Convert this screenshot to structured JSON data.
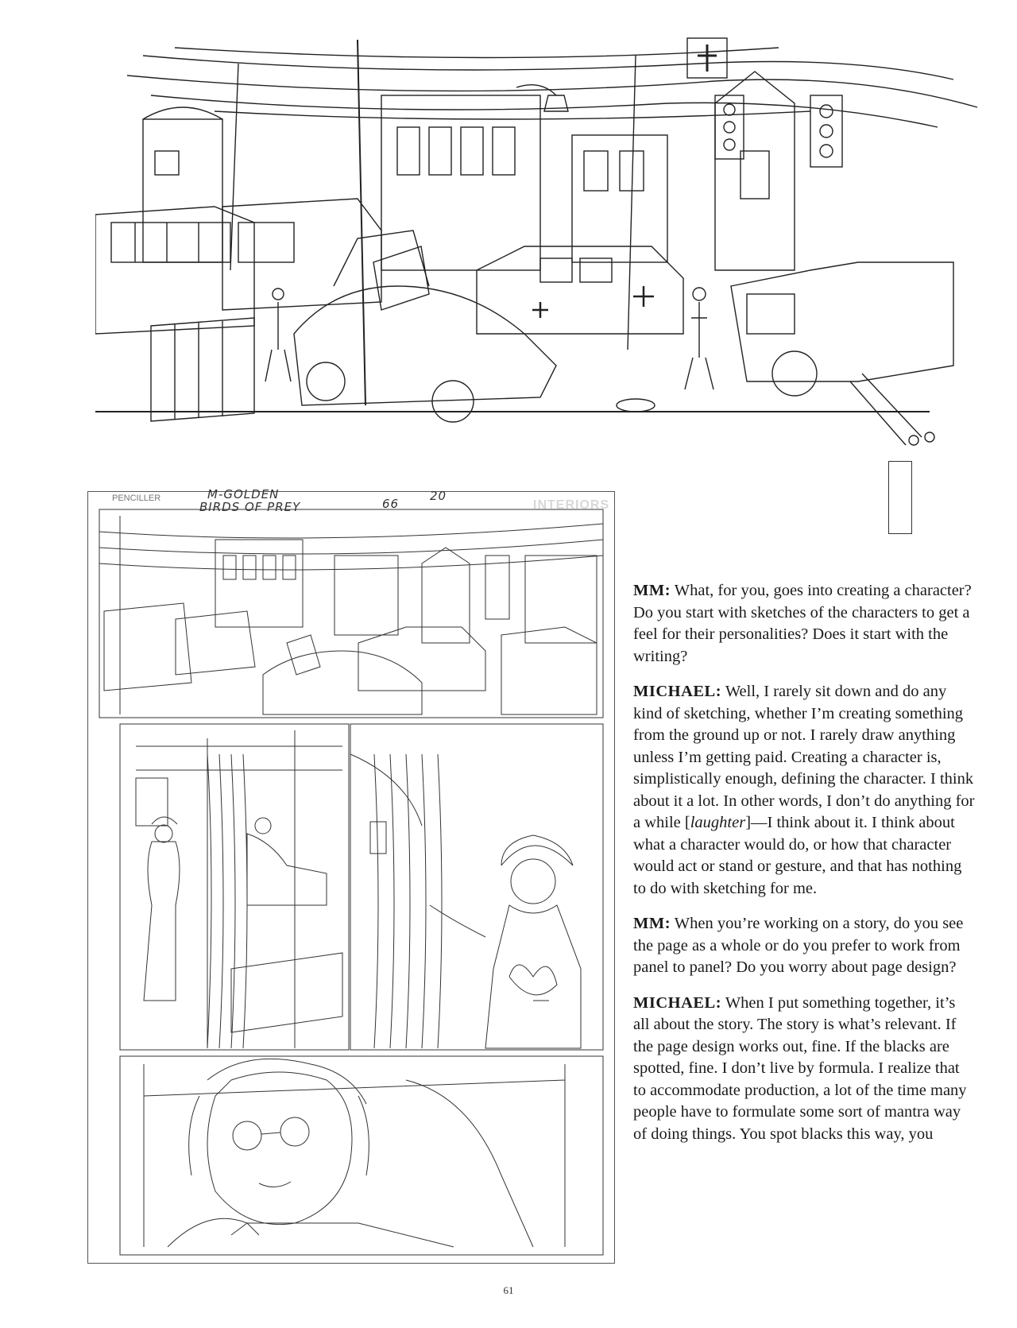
{
  "original_page": {
    "header_script": "M-GOLDEN",
    "header_title": "BIRDS OF PREY",
    "page_number_hand": "66",
    "page_number_alt": "20",
    "stamp": "INTERIORS"
  },
  "article": {
    "paragraphs": [
      {
        "speaker": "MM:",
        "text": " What, for you, goes into creating a character? Do you start with sketches of the characters to get a feel for their personalities? Does it start with the writing?"
      },
      {
        "speaker": "MICHAEL:",
        "before": " Well, I rarely sit down and do any kind of sketching, whether I’m creating something from the ground up or not. I rarely draw anything unless I’m getting paid. Creating a character is, simplistically enough, defining the character. I think about it a lot. In other words, I don’t do anything for a while [",
        "italic": "laughter",
        "after": "]—I think about it. I think about what a character would do, or how that character would act or stand or gesture, and that has nothing to do with sketching for me."
      },
      {
        "speaker": "MM:",
        "text": " When you’re working on a story, do you see the page as a whole or do you prefer to work from panel to panel? Do you worry about page design?"
      },
      {
        "speaker": "MICHAEL:",
        "text": " When I put something together, it’s all about the story. The story is what’s relevant. If the page design works out, fine. If the blacks are spotted, fine. I don’t live by formula. I realize that to accommodate production, a lot of the time many people have to formulate some sort of mantra way of doing things. You spot blacks this way, you"
      }
    ]
  },
  "folio": "61"
}
